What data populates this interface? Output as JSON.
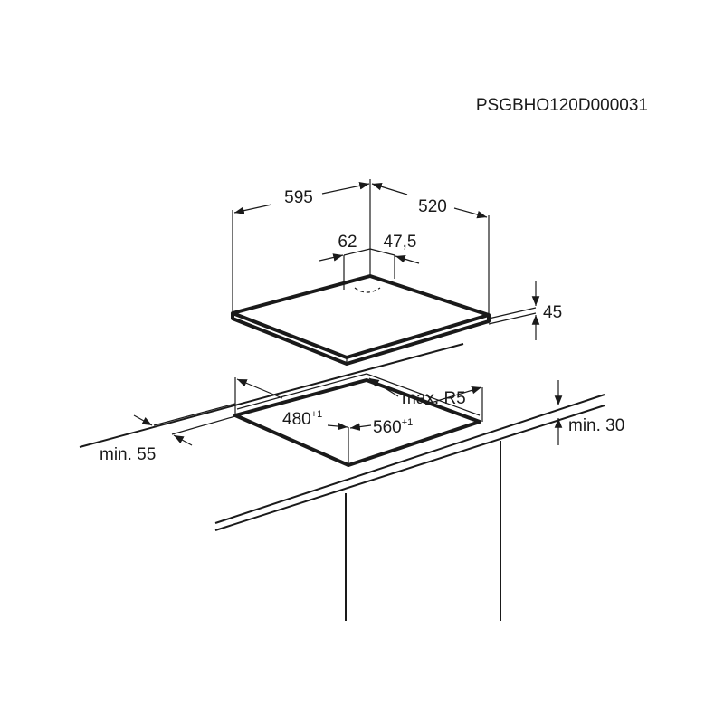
{
  "document_code": "PSGBHO120D000031",
  "hob_dimensions": {
    "width": "595",
    "depth": "520",
    "left_offset": "62",
    "right_offset": "47,5",
    "height": "45"
  },
  "cutout_dimensions": {
    "depth": "480",
    "depth_tolerance": "+1",
    "width": "560",
    "width_tolerance": "+1",
    "corner_radius": "max. R5",
    "front_clearance": "min. 55",
    "worktop_thickness": "min. 30"
  }
}
